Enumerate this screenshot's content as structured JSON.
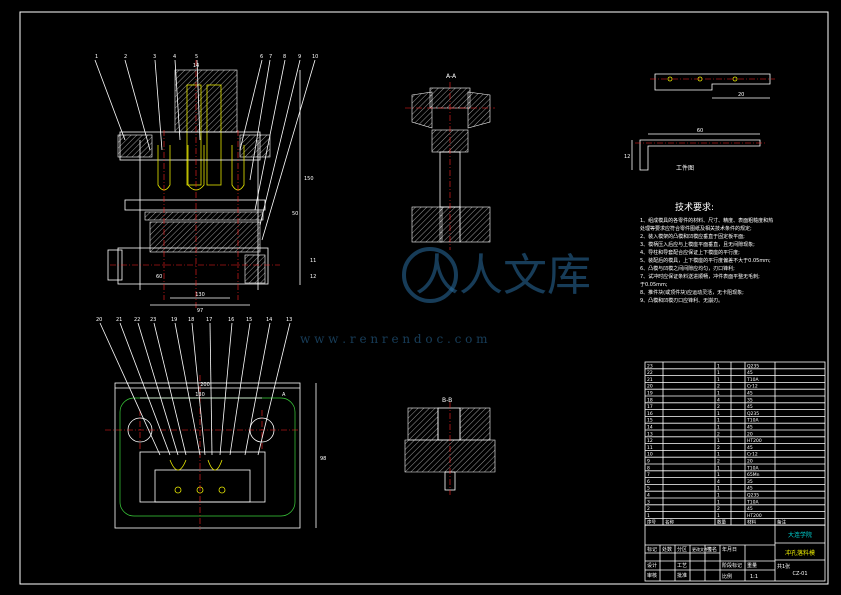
{
  "section_labels": {
    "aa": "A-A",
    "bb": "B-B"
  },
  "workpiece_label": "工件图",
  "part_numbers_top": [
    "1",
    "2",
    "3",
    "4",
    "5",
    "6",
    "7",
    "8",
    "9",
    "10"
  ],
  "part_numbers_right_main": [
    "11",
    "12"
  ],
  "part_numbers_bottom": [
    "20",
    "21",
    "22",
    "23",
    "19",
    "18",
    "17",
    "16",
    "15",
    "14",
    "13"
  ],
  "tech_requirements": {
    "title": "技术要求:",
    "items": [
      "1、组成模具的各零件的材料、尺寸、精度、表面粗糙度和热",
      "   处理等要求应符合零件图纸及相关技术条件的规定;",
      "2、装入模架的凸模和凹模应垂直于固定板平面;",
      "3、模柄压入后应与上模座平面垂直，且无间隙现象;",
      "4、导柱和导套配合应保证上下模座的平行度;",
      "5、装配后的模具，上下模座的平行度偏差不大于0.05mm;",
      "6、凸模与凹模之间间隙应均匀，刃口锋利;",
      "7、试冲时应保证条料送进顺畅，冲件表面平整无毛刺;",
      "   于0.05mm;",
      "8、推件块(或顶件块)应运动灵活，无卡阻现象;",
      "9、凸模和凹模刃口应锋利、无崩刃。"
    ]
  },
  "bom_rows": [
    [
      "23",
      "",
      "1",
      "",
      "Q235",
      ""
    ],
    [
      "22",
      "",
      "1",
      "",
      "45",
      ""
    ],
    [
      "21",
      "",
      "1",
      "",
      "T10A",
      ""
    ],
    [
      "20",
      "",
      "2",
      "",
      "Cr12",
      ""
    ],
    [
      "19",
      "",
      "1",
      "",
      "45",
      ""
    ],
    [
      "18",
      "",
      "4",
      "",
      "35",
      ""
    ],
    [
      "17",
      "",
      "2",
      "",
      "45",
      ""
    ],
    [
      "16",
      "",
      "1",
      "",
      "Q235",
      ""
    ],
    [
      "15",
      "",
      "1",
      "",
      "T10A",
      ""
    ],
    [
      "14",
      "",
      "1",
      "",
      "45",
      ""
    ],
    [
      "13",
      "",
      "2",
      "",
      "20",
      ""
    ],
    [
      "12",
      "",
      "1",
      "",
      "HT200",
      ""
    ],
    [
      "11",
      "",
      "2",
      "",
      "45",
      ""
    ],
    [
      "10",
      "",
      "1",
      "",
      "Cr12",
      ""
    ],
    [
      "9",
      "",
      "2",
      "",
      "20",
      ""
    ],
    [
      "8",
      "",
      "1",
      "",
      "T10A",
      ""
    ],
    [
      "7",
      "",
      "1",
      "",
      "65Mn",
      ""
    ],
    [
      "6",
      "",
      "4",
      "",
      "35",
      ""
    ],
    [
      "5",
      "",
      "1",
      "",
      "45",
      ""
    ],
    [
      "4",
      "",
      "1",
      "",
      "Q235",
      ""
    ],
    [
      "3",
      "",
      "1",
      "",
      "T10A",
      ""
    ],
    [
      "2",
      "",
      "2",
      "",
      "45",
      ""
    ],
    [
      "1",
      "",
      "1",
      "",
      "HT200",
      ""
    ]
  ],
  "bom_header": [
    "序号",
    "名称",
    "数量",
    "",
    "材料",
    "备注"
  ],
  "title_block": {
    "school": "大连学院",
    "drawing_name": "冲孔落料模",
    "drawing_no": "CZ-01",
    "scale_label": "比例",
    "scale": "1:1",
    "sheet_label": "共1张",
    "cells": [
      "标记",
      "处数",
      "分区",
      "更改文件号",
      "签名",
      "年月日",
      "设计",
      "审核",
      "工艺",
      "批准",
      "阶段标记",
      "重量"
    ]
  },
  "dims_main": [
    "14",
    "150",
    "50",
    "60",
    "130",
    "97"
  ],
  "dims_plan": [
    "200",
    "130",
    "98",
    "A"
  ],
  "dims_workpiece": [
    "20",
    "60",
    "12"
  ],
  "watermark": {
    "logo_text": "人人文库",
    "url": "w w w . r e n r e n d o c . c o m"
  },
  "colors": {
    "background": "#000000",
    "line": "#ffffff",
    "yellow": "#e8e800",
    "green": "#3cd23c",
    "red": "#ff2020",
    "watermark": "#2a6ea0"
  }
}
